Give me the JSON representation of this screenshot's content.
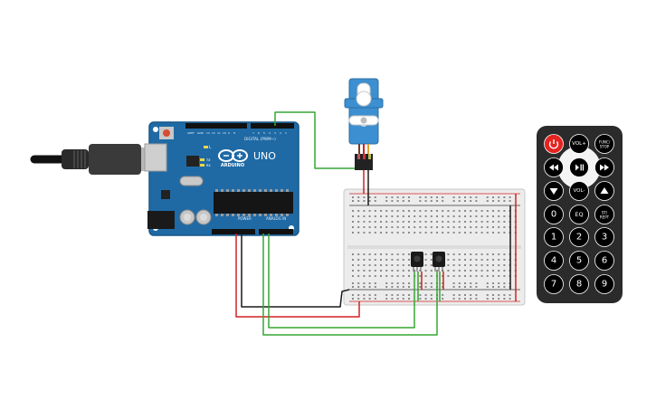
{
  "arduino": {
    "brand": "ARDUINO",
    "model": "UNO",
    "digital_label": "DIGITAL (PWM~)",
    "power_label": "POWER",
    "analog_label": "ANALOG IN",
    "led_l": "L",
    "led_tx": "TX",
    "led_rx": "RX",
    "aref": "AREF",
    "gnd": "GND"
  },
  "remote": {
    "buttons": [
      {
        "name": "power-button",
        "label": "",
        "icon": "power-icon"
      },
      {
        "name": "vol-plus-button",
        "label": "VOL+"
      },
      {
        "name": "func-stop-button",
        "label": "FUNC/STOP"
      },
      {
        "name": "rewind-button",
        "label": "",
        "icon": "rewind-icon"
      },
      {
        "name": "play-pause-button",
        "label": "",
        "icon": "play-pause-icon"
      },
      {
        "name": "fast-forward-button",
        "label": "",
        "icon": "fast-forward-icon"
      },
      {
        "name": "down-button",
        "label": "",
        "icon": "down-triangle-icon"
      },
      {
        "name": "vol-minus-button",
        "label": "VOL-"
      },
      {
        "name": "up-button",
        "label": "",
        "icon": "up-triangle-icon"
      },
      {
        "name": "key-0-button",
        "label": "0"
      },
      {
        "name": "eq-button",
        "label": "EQ"
      },
      {
        "name": "st-rept-button",
        "label": "ST/REPT"
      },
      {
        "name": "key-1-button",
        "label": "1"
      },
      {
        "name": "key-2-button",
        "label": "2"
      },
      {
        "name": "key-3-button",
        "label": "3"
      },
      {
        "name": "key-4-button",
        "label": "4"
      },
      {
        "name": "key-5-button",
        "label": "5"
      },
      {
        "name": "key-6-button",
        "label": "6"
      },
      {
        "name": "key-7-button",
        "label": "7"
      },
      {
        "name": "key-8-button",
        "label": "8"
      },
      {
        "name": "key-9-button",
        "label": "9"
      }
    ]
  },
  "colors": {
    "board": "#1f6aa5",
    "wire_red": "#d42020",
    "wire_black": "#1a1a1a",
    "wire_green": "#36a535",
    "servo": "#3c8fd0",
    "remote_body": "#2b2b2b",
    "remote_button": "#000000",
    "power_button": "#e52420"
  }
}
